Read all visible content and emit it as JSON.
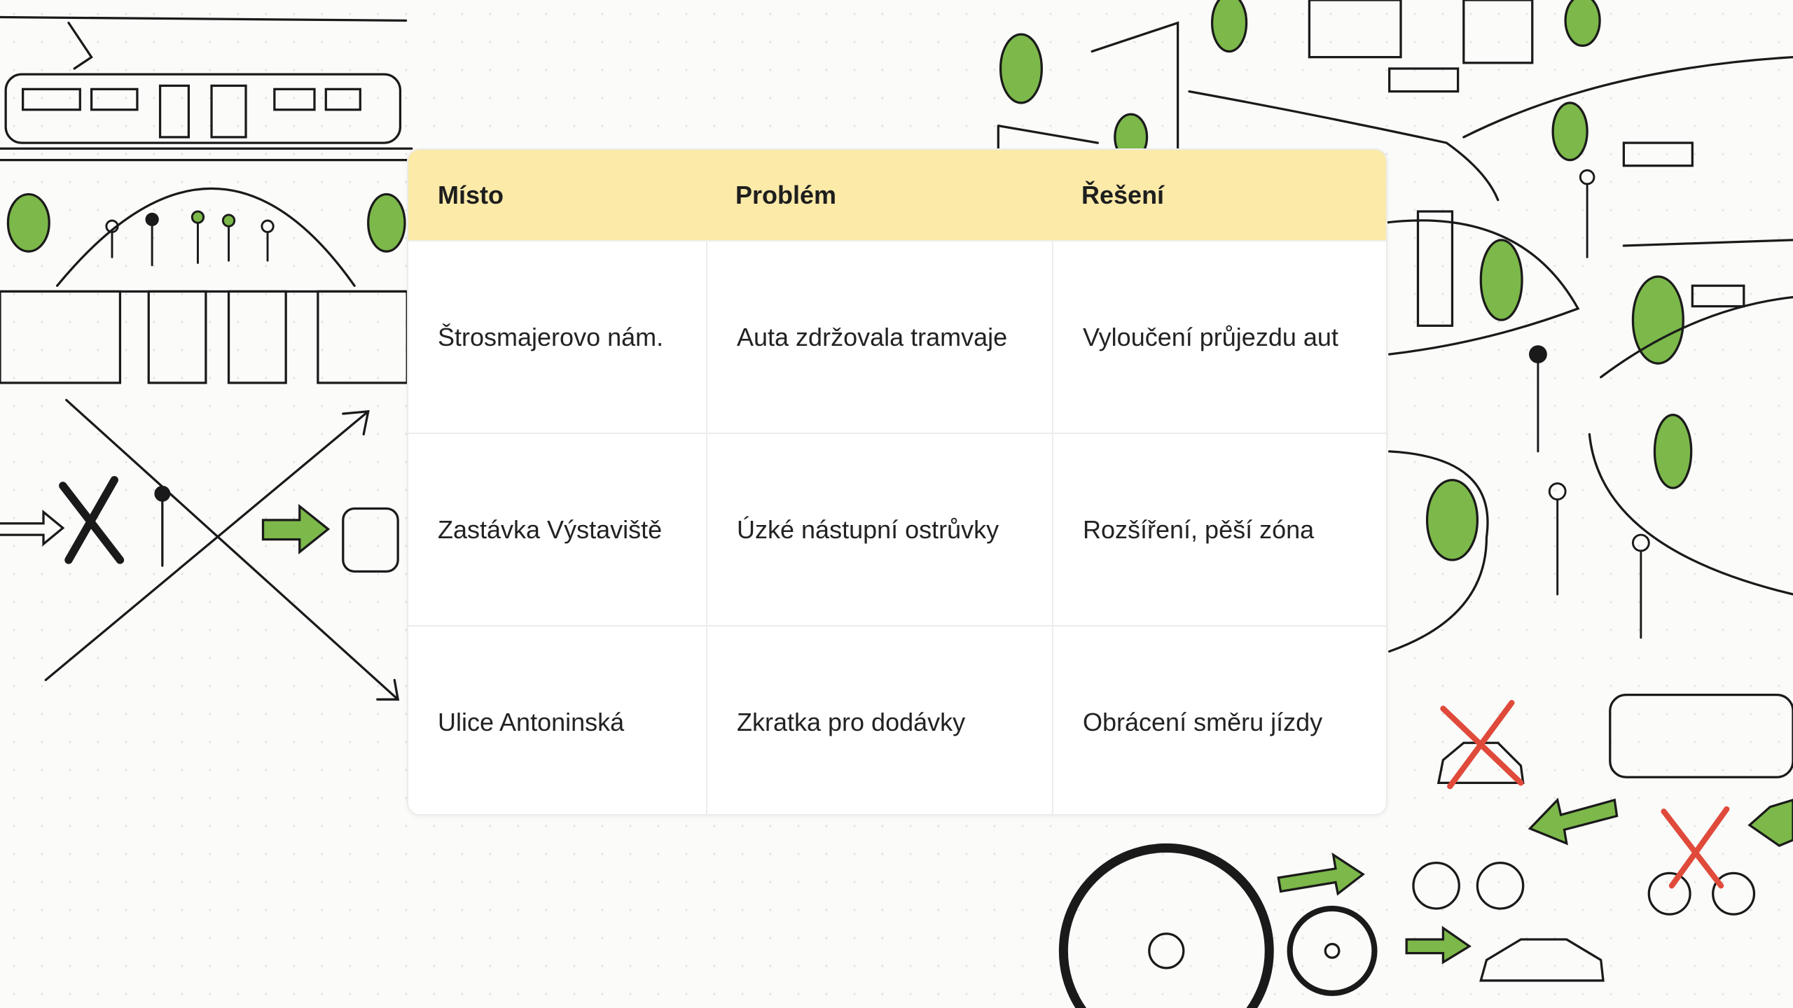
{
  "table": {
    "headers": [
      "Místo",
      "Problém",
      "Řešení"
    ],
    "rows": [
      [
        "Štrosmajerovo nám.",
        "Auta zdržovala tramvaje",
        "Vyloučení průjezdu aut"
      ],
      [
        "Zastávka Výstaviště",
        "Úzké nástupní ostrůvky",
        "Rozšíření, pěší zóna"
      ],
      [
        "Ulice Antoninská",
        "Zkratka pro dodávky",
        "Obrácení směru jízdy"
      ]
    ]
  },
  "colors": {
    "header_bg": "#fbeaa8",
    "tree_green": "#7cb84a",
    "cross_red": "#e04a3a",
    "ink": "#1a1a1a"
  }
}
